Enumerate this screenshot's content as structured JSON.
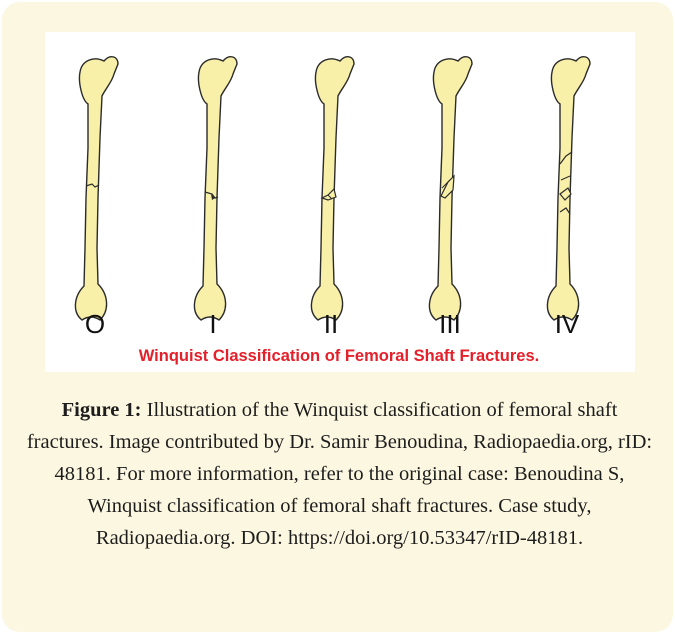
{
  "figure": {
    "numerals": [
      "O",
      "I",
      "II",
      "III",
      "IV"
    ],
    "banner_title": "Winquist Classification of Femoral Shaft Fractures.",
    "bone_fill": "#f8efa8",
    "bone_stroke": "#2b2b2b",
    "banner_color": "#e4202a"
  },
  "caption": {
    "label": "Figure 1:",
    "text": " Illustration of the Winquist classification of femoral shaft fractures. Image contributed by Dr. Samir Benoudina, Radiopaedia.org, rID: 48181. For more information, refer to the original case: Benoudina S, Winquist classification of femoral shaft fractures. Case study, Radiopaedia.org. DOI: https://doi.org/10.53347/rID-48181."
  },
  "card_background": "#fcf7e0"
}
